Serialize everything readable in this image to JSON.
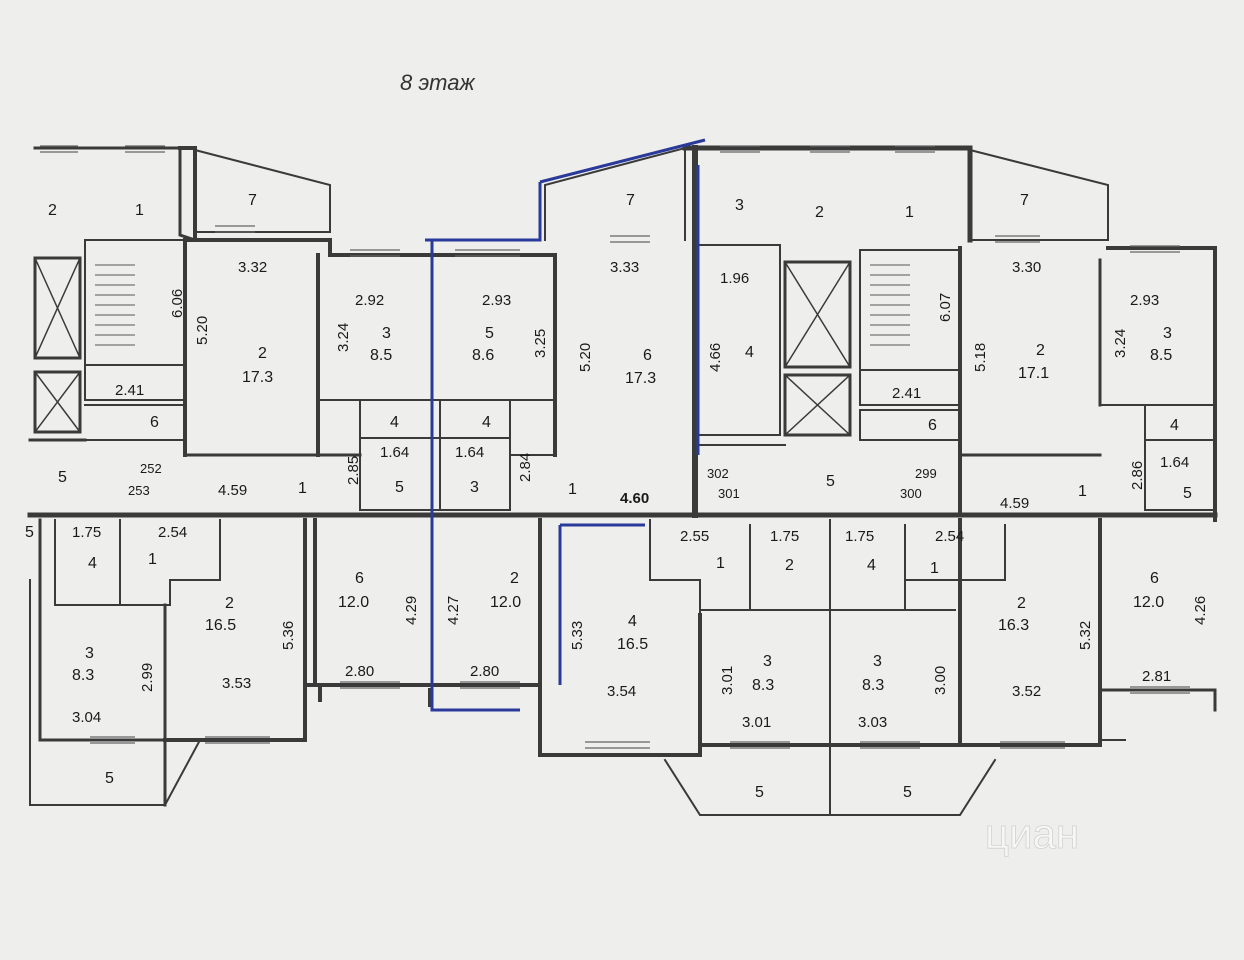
{
  "title": "8 этаж",
  "watermark": "циан",
  "colors": {
    "wall": "#3a3a3a",
    "highlight": "#2a3a9a",
    "paper": "#eeeeec"
  },
  "labels": {
    "a_2": "2",
    "a_1": "1",
    "a_7a": "7",
    "a_7b": "7",
    "a_3a": "3",
    "a_2b": "2",
    "a_1b": "1",
    "a_7c": "7",
    "d_332": "3.32",
    "d_333": "3.33",
    "d_196": "1.96",
    "d_330": "3.30",
    "d_606": "6.06",
    "d_520a": "5.20",
    "d_292a": "2.92",
    "d_324a": "3.24",
    "r3_a": "3",
    "ar_85a": "8.5",
    "d_293a": "2.93",
    "r5_a": "5",
    "ar_86": "8.6",
    "d_325": "3.25",
    "d_520b": "5.20",
    "r6_a": "6",
    "ar_173b": "17.3",
    "d_466": "4.66",
    "r4_a": "4",
    "d_607": "6.07",
    "d_518": "5.18",
    "r2_c": "2",
    "ar_171": "17.1",
    "d_293b": "2.93",
    "d_324b": "3.24",
    "r3_b": "3",
    "ar_85b": "8.5",
    "r2_a": "2",
    "ar_173a": "17.3",
    "d_241a": "2.41",
    "d_241b": "2.41",
    "r6_b": "6",
    "r4_b": "4",
    "r4_c": "4",
    "r6_c": "6",
    "r4_d": "4",
    "d_285": "2.85",
    "d_164a": "1.64",
    "d_164b": "1.64",
    "d_284": "2.84",
    "d_286": "2.86",
    "d_164c": "1.64",
    "r5_b": "5",
    "n_252": "252",
    "n_253": "253",
    "d_459a": "4.59",
    "r1_a": "1",
    "r5_c": "5",
    "r3_c": "3",
    "r1_b": "1",
    "d_460": "4.60",
    "n_302": "302",
    "n_301": "301",
    "r5_d": "5",
    "n_299": "299",
    "n_300": "300",
    "d_459b": "4.59",
    "r1_c": "1",
    "r5_e": "5",
    "r5_f": "5",
    "d_175a": "1.75",
    "r4_e": "4",
    "d_254a": "2.54",
    "r1_d": "1",
    "d_255": "2.55",
    "r1_e": "1",
    "d_175b": "1.75",
    "r2_d": "2",
    "d_175c": "1.75",
    "r4_f": "4",
    "d_254b": "2.54",
    "r1_f": "1",
    "r2_e": "2",
    "ar_165a": "16.5",
    "d_536": "5.36",
    "d_353": "3.53",
    "r6_d": "6",
    "ar_120a": "12.0",
    "d_429": "4.29",
    "d_427": "4.27",
    "r2_f": "2",
    "ar_120b": "12.0",
    "d_280a": "2.80",
    "d_280b": "2.80",
    "d_533": "5.33",
    "r4_g": "4",
    "ar_165b": "16.5",
    "d_354": "3.54",
    "d_301a": "3.01",
    "r3_d": "3",
    "ar_83b": "8.3",
    "d_301b": "3.01",
    "r3_e": "3",
    "ar_83c": "8.3",
    "d_300": "3.00",
    "d_303": "3.03",
    "r2_g": "2",
    "ar_163": "16.3",
    "d_532": "5.32",
    "d_352": "3.52",
    "r6_e": "6",
    "ar_120c": "12.0",
    "d_426": "4.26",
    "d_281": "2.81",
    "r3_f": "3",
    "ar_83a": "8.3",
    "d_299": "2.99",
    "d_304": "3.04",
    "r5_g": "5",
    "r5_h": "5",
    "r5_i": "5"
  }
}
